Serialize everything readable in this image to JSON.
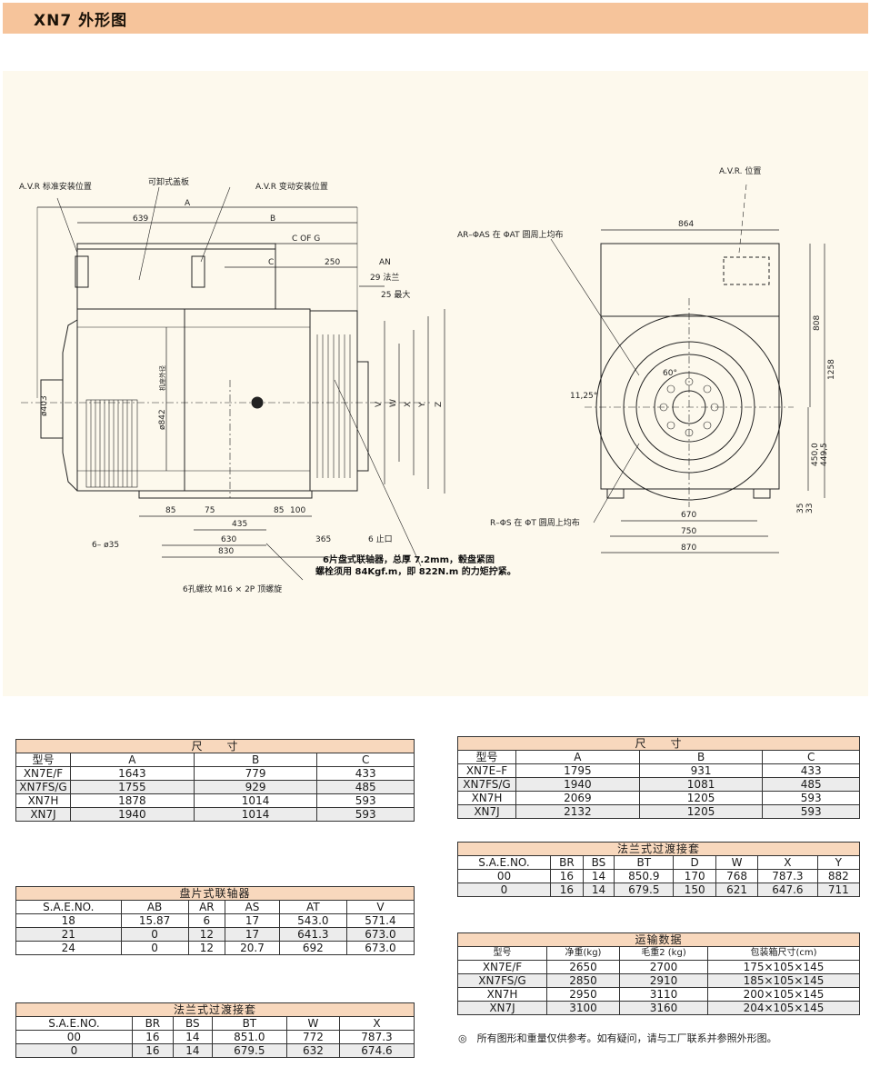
{
  "page_title": "XN7 外形图",
  "drawing": {
    "labels": {
      "avr_std": "A.V.R 标准安装位置",
      "cover": "可卸式盖板",
      "avr_alt": "A.V.R 变动安装位置",
      "dim_A": "A",
      "dim_639": "639",
      "dim_B": "B",
      "dim_cofg": "C OF G",
      "dim_C": "C",
      "dim_250": "250",
      "dim_AN": "AN",
      "flange29": "29 法兰",
      "max25": "25 最大",
      "d403": "ø403",
      "d842": "ø842",
      "machine_center": "机座外径",
      "dims_vwxyz": [
        "V",
        "W",
        "X",
        "Y",
        "Z"
      ],
      "d85a": "85",
      "d75": "75",
      "d85b": "85",
      "d100": "100",
      "d435": "435",
      "d630": "630",
      "d365": "365",
      "stop6": "6 止口",
      "d830": "830",
      "holes": "6– ø35",
      "coupling_note_1": "6片盘式联轴器，总厚 7.2mm，毂盘紧固",
      "coupling_note_2": "螺栓须用 84Kgf.m，即 822N.m 的力矩拧紧。",
      "screw_note": "6孔螺纹 M16 × 2P 顶螺旋",
      "avr_pos": "A.V.R. 位置",
      "ar_note": "AR–ΦAS 在 ΦAT 圆周上均布",
      "d864": "864",
      "d808": "808",
      "d1258": "1258",
      "d60": "60°",
      "d1125": "11,25°",
      "d450": "450,0",
      "d4495": "449,5",
      "d35": "35",
      "d33": "33",
      "rs_note": "R–ΦS 在 ΦT 圆周上均布",
      "d670": "670",
      "d750": "750",
      "d870": "870"
    }
  },
  "table_dims_left": {
    "caption": "尺　　寸",
    "headers": [
      "型号",
      "A",
      "B",
      "C"
    ],
    "rows": [
      [
        "XN7E/F",
        "1643",
        "779",
        "433"
      ],
      [
        "XN7FS/G",
        "1755",
        "929",
        "485"
      ],
      [
        "XN7H",
        "1878",
        "1014",
        "593"
      ],
      [
        "XN7J",
        "1940",
        "1014",
        "593"
      ]
    ]
  },
  "table_dims_right": {
    "caption": "尺　　寸",
    "headers": [
      "型号",
      "A",
      "B",
      "C"
    ],
    "rows": [
      [
        "XN7E–F",
        "1795",
        "931",
        "433"
      ],
      [
        "XN7FS/G",
        "1940",
        "1081",
        "485"
      ],
      [
        "XN7H",
        "2069",
        "1205",
        "593"
      ],
      [
        "XN7J",
        "2132",
        "1205",
        "593"
      ]
    ]
  },
  "table_coupling": {
    "caption": "盘片式联轴器",
    "headers": [
      "S.A.E.NO.",
      "AB",
      "AR",
      "AS",
      "AT",
      "V"
    ],
    "rows": [
      [
        "18",
        "15.87",
        "6",
        "17",
        "543.0",
        "571.4"
      ],
      [
        "21",
        "0",
        "12",
        "17",
        "641.3",
        "673.0"
      ],
      [
        "24",
        "0",
        "12",
        "20.7",
        "692",
        "673.0"
      ]
    ]
  },
  "table_flange_left": {
    "caption": "法兰式过渡接套",
    "headers": [
      "S.A.E.NO.",
      "BR",
      "BS",
      "BT",
      "W",
      "X"
    ],
    "rows": [
      [
        "00",
        "16",
        "14",
        "851.0",
        "772",
        "787.3"
      ],
      [
        "0",
        "16",
        "14",
        "679.5",
        "632",
        "674.6"
      ]
    ]
  },
  "table_flange_right": {
    "caption": "法兰式过渡接套",
    "headers": [
      "S.A.E.NO.",
      "BR",
      "BS",
      "BT",
      "D",
      "W",
      "X",
      "Y"
    ],
    "rows": [
      [
        "00",
        "16",
        "14",
        "850.9",
        "170",
        "768",
        "787.3",
        "882"
      ],
      [
        "0",
        "16",
        "14",
        "679.5",
        "150",
        "621",
        "647.6",
        "711"
      ]
    ]
  },
  "table_shipping": {
    "caption": "运输数据",
    "headers": [
      "型号",
      "净重(kg)",
      "毛重2 (kg)",
      "包装箱尺寸(cm)"
    ],
    "rows": [
      [
        "XN7E/F",
        "2650",
        "2700",
        "175×105×145"
      ],
      [
        "XN7FS/G",
        "2850",
        "2910",
        "185×105×145"
      ],
      [
        "XN7H",
        "2950",
        "3110",
        "200×105×145"
      ],
      [
        "XN7J",
        "3100",
        "3160",
        "204×105×145"
      ]
    ]
  },
  "note": "◎　所有图形和重量仅供参考。如有疑问，请与工厂联系并参照外形图。"
}
